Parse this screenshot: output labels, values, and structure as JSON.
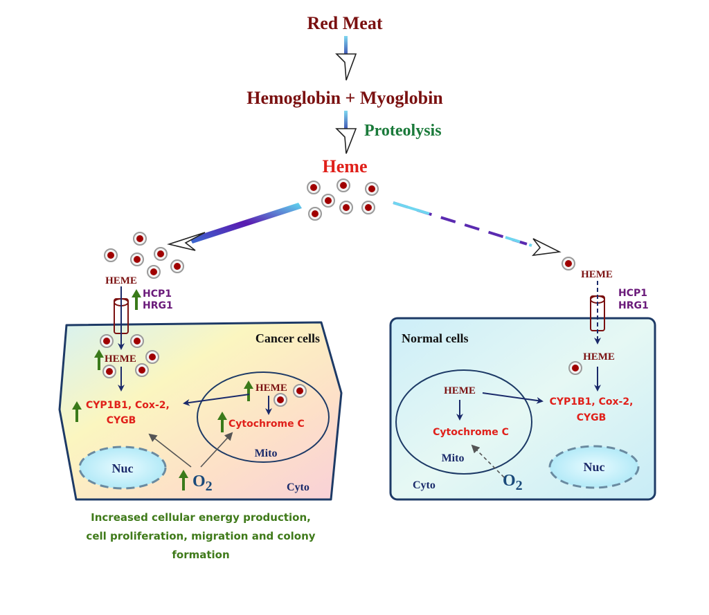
{
  "flow": {
    "red_meat": "Red Meat",
    "hemoglobin_myoglobin": "Hemoglobin + Myoglobin",
    "proteolysis": "Proteolysis",
    "heme_title": "Heme"
  },
  "cancer": {
    "heme_outside": "HEME",
    "transporter_1": "HCP1",
    "transporter_2": "HRG1",
    "cell_label": "Cancer cells",
    "heme_inside": "HEME",
    "targets_line1": "CYP1B1, Cox-2,",
    "targets_line2": "CYGB",
    "mito_heme": "HEME",
    "cytochrome": "Cytochrome C",
    "mito": "Mito",
    "nuc": "Nuc",
    "oxygen_base": "O",
    "oxygen_sub": "2",
    "cyto": "Cyto",
    "outcome_line1": "Increased cellular energy production,",
    "outcome_line2": "cell proliferation, migration and colony",
    "outcome_line3": "formation"
  },
  "normal": {
    "heme_outside": "HEME",
    "transporter_1": "HCP1",
    "transporter_2": "HRG1",
    "cell_label": "Normal cells",
    "heme_inside": "HEME",
    "targets_line1": "CYP1B1, Cox-2,",
    "targets_line2": "CYGB",
    "mito_heme": "HEME",
    "cytochrome": "Cytochrome C",
    "mito": "Mito",
    "nuc": "Nuc",
    "oxygen_base": "O",
    "oxygen_sub": "2",
    "cyto": "Cyto"
  },
  "colors": {
    "dark_red": "#7a1010",
    "red": "#e0201a",
    "green": "#1a7a3a",
    "olive_green": "#3f7a1a",
    "purple": "#6a1a7a",
    "navy": "#1a2a6a",
    "cell_border": "#1d3a66"
  }
}
